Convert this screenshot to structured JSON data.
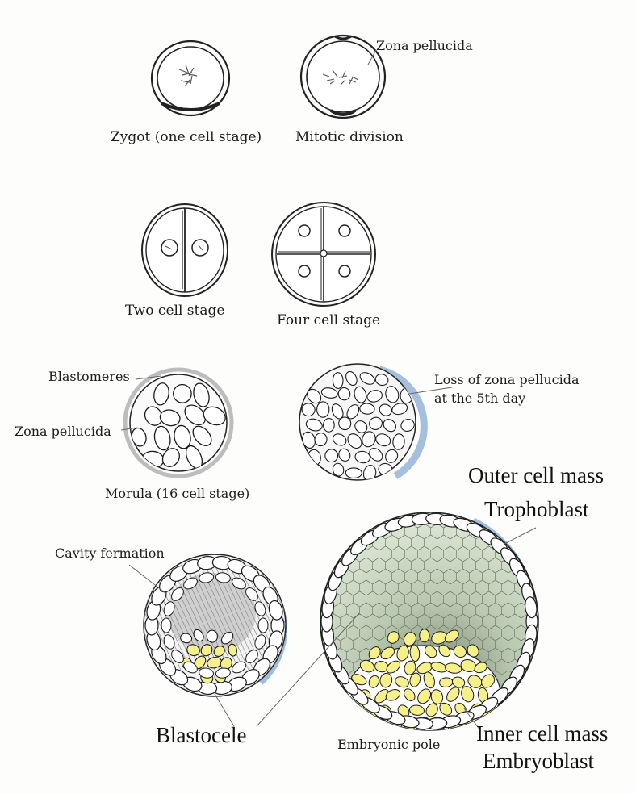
{
  "labels": {
    "zygote": "Zygot (one cell stage)",
    "mitotic": "Mitotic division",
    "zona_top": "Zona pellucida",
    "two_cell": "Two cell  stage",
    "four_cell": "Four cell   stage",
    "blastomeres": "Blastomeres",
    "zona_morula": "Zona pellucida",
    "morula": "Morula (16 cell   stage)",
    "loss_zona_1": "Loss of zona pellucida",
    "loss_zona_2": "at the 5th day",
    "outer_mass_1": "Outer cell mass",
    "outer_mass_2": "Trophoblast",
    "cavity": "Cavity fermation",
    "blastocele": "Blastocele",
    "embryonic_pole": "Embryonic pole",
    "inner_mass_1": "Inner cell mass",
    "inner_mass_2": "Embryoblast"
  },
  "colors": {
    "ink": "#1a1a1a",
    "zona_gray": "#b9b9b9",
    "trophoblast_blue": "#8fb0d8",
    "inner_yellow": "#f6f08a",
    "blastocele_green": "#cfdcc6"
  }
}
